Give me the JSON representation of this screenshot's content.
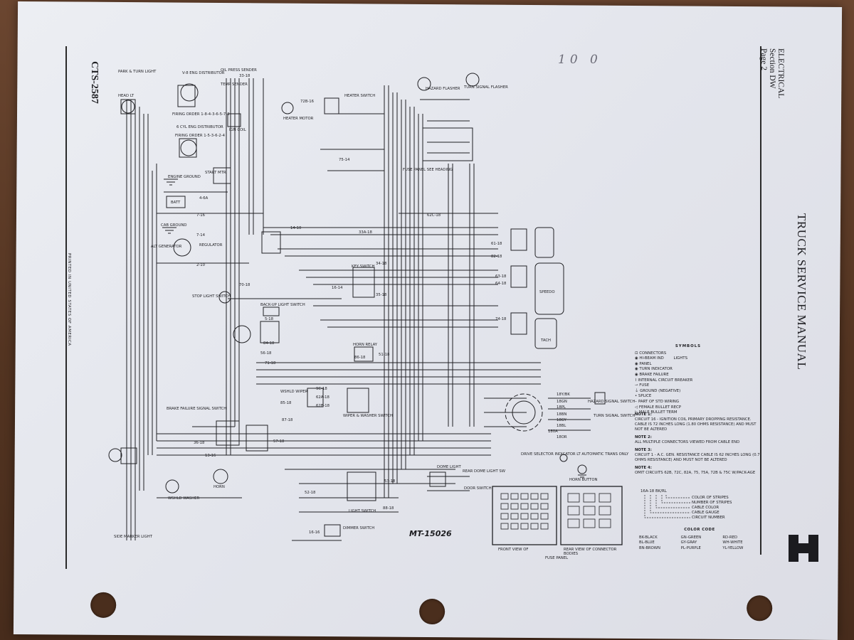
{
  "header": {
    "section_title": "ELECTRICAL",
    "section_name": "Section DW",
    "page_label": "Page 2",
    "manual_title": "TRUCK SERVICE MANUAL",
    "doc_number": "CTS-2587",
    "printed_note": "PRINTED IN UNITED STATES OF AMERICA",
    "handwritten": "10 0"
  },
  "drawing_number": "MT-15026",
  "component_labels": [
    {
      "text": "PARK & TURN LIGHT"
    },
    {
      "text": "SIDE MARKER LIGHT"
    },
    {
      "text": "HEAD LT"
    },
    {
      "text": "V-8 ENG DISTRIBUTOR"
    },
    {
      "text": "FIRING ORDER 1-8-4-3-6-5-7-2"
    },
    {
      "text": "6 CYL ENG DISTRIBUTOR"
    },
    {
      "text": "FIRING ORDER 1-5-3-6-2-4"
    },
    {
      "text": "OIL PRESS SENDER"
    },
    {
      "text": "TEMP SENDER"
    },
    {
      "text": "IGN COIL"
    },
    {
      "text": "START MTR"
    },
    {
      "text": "ENGINE GROUND"
    },
    {
      "text": "BATT"
    },
    {
      "text": "CAB GROUND"
    },
    {
      "text": "ALT GENERATOR"
    },
    {
      "text": "REGULATOR"
    },
    {
      "text": "HEATER MOTOR"
    },
    {
      "text": "HEATER SWITCH"
    },
    {
      "text": "HAZARD FLASHER"
    },
    {
      "text": "TURN SIGNAL FLASHER"
    },
    {
      "text": "FUSE PANEL SEE HEADING"
    },
    {
      "text": "KEY SWITCH"
    },
    {
      "text": "STOP LIGHT SWITCH"
    },
    {
      "text": "BACK-UP LIGHT SWITCH"
    },
    {
      "text": "HORN RELAY"
    },
    {
      "text": "WSHLD WIPER"
    },
    {
      "text": "BRAKE FAILURE SIGNAL SWITCH"
    },
    {
      "text": "HORN"
    },
    {
      "text": "WSHLD WASHER"
    },
    {
      "text": "DOME LIGHT"
    },
    {
      "text": "DOOR SWITCH"
    },
    {
      "text": "LIGHT SWITCH"
    },
    {
      "text": "DIMMER SWITCH"
    },
    {
      "text": "HORN BUTTON"
    },
    {
      "text": "TURN SIGNAL SWITCH"
    },
    {
      "text": "HAZARD SIGNAL SWITCH"
    },
    {
      "text": "SPEEDO"
    },
    {
      "text": "TACH"
    },
    {
      "text": "REAR DOME LIGHT SW"
    },
    {
      "text": "DRIVE SELECTOR INDICATOR LT AUTOMATIC TRANS ONLY"
    },
    {
      "text": "WIPER & WASHER SWITCH"
    }
  ],
  "wire_labels": [
    "14-10",
    "33-18",
    "34-18",
    "35-18",
    "56-18",
    "57-18",
    "61-18",
    "62C-18",
    "70-18",
    "71-18",
    "72B-16",
    "75-14",
    "82-18",
    "84-18",
    "85-18",
    "87-18",
    "88-18",
    "7-16",
    "2-10",
    "5-18",
    "16-14",
    "51-18",
    "52-18",
    "53-18",
    "63-18",
    "64-18",
    "33A-18",
    "36-18",
    "74-18",
    "4-6A",
    "9C-18",
    "62A-18",
    "62B-18",
    "86-18",
    "16-16",
    "7-14",
    "13-16",
    "180A",
    "18BN",
    "18GN",
    "18PL",
    "18Y/BK",
    "18GY",
    "18BL",
    "18OR"
  ],
  "symbols": {
    "title": "SYMBOLS",
    "items": [
      "CONNECTORS",
      "HI-BEAM IND",
      "PANEL",
      "TURN INDICATOR",
      "BRAKE FAILURE",
      "INTERNAL CIRCUIT BREAKER",
      "FUSE",
      "GROUND (NEGATIVE)",
      "SPLICE",
      "PART OF STD WIRING",
      "FEMALE BULLET RECP",
      "MALE BULLET TERM"
    ],
    "group_label": "LIGHTS"
  },
  "notes": [
    {
      "title": "NOTE 1:",
      "text": "CIRCUIT 16 - IGNITION COIL PRIMARY DROPPING RESISTANCE. CABLE IS 72 INCHES LONG (1.80 OHMS RESISTANCE) AND MUST NOT BE ALTERED"
    },
    {
      "title": "NOTE 2:",
      "text": "ALL MULTIPLE CONNECTORS VIEWED FROM CABLE END"
    },
    {
      "title": "NOTE 3:",
      "text": "CIRCUIT 1 - A.C. GEN. RESISTANCE CABLE IS 62 INCHES LONG (0.7 OHMS RESISTANCE) AND MUST NOT BE ALTERED"
    },
    {
      "title": "NOTE 4:",
      "text": "OMIT CIRCUITS 62B, 72C, 82A, 75, 75A, 72B & 75C W/PACK-AGE"
    }
  ],
  "cable_legend": {
    "example": "16A-18 BK/RL",
    "items": [
      "COLOR OF STRIPES",
      "NUMBER OF STRIPES",
      "CABLE COLOR",
      "CABLE GAUGE",
      "CIRCUIT NUMBER"
    ]
  },
  "color_code": {
    "title": "COLOR CODE",
    "entries": [
      "BK-BLACK",
      "GN-GREEN",
      "RD-RED",
      "BL-BLUE",
      "GY-GRAY",
      "WH-WHITE",
      "BN-BROWN",
      "PL-PURPLE",
      "YL-YELLOW"
    ]
  },
  "fuse_panel": {
    "front_caption": "FRONT VIEW OF",
    "rear_caption": "REAR VIEW OF CONNECTOR BODIES",
    "bottom_caption": "FUSE PANEL"
  },
  "colors": {
    "paper": "#e6e8ee",
    "ink": "#1e1e22",
    "table": "#5a3a26"
  }
}
